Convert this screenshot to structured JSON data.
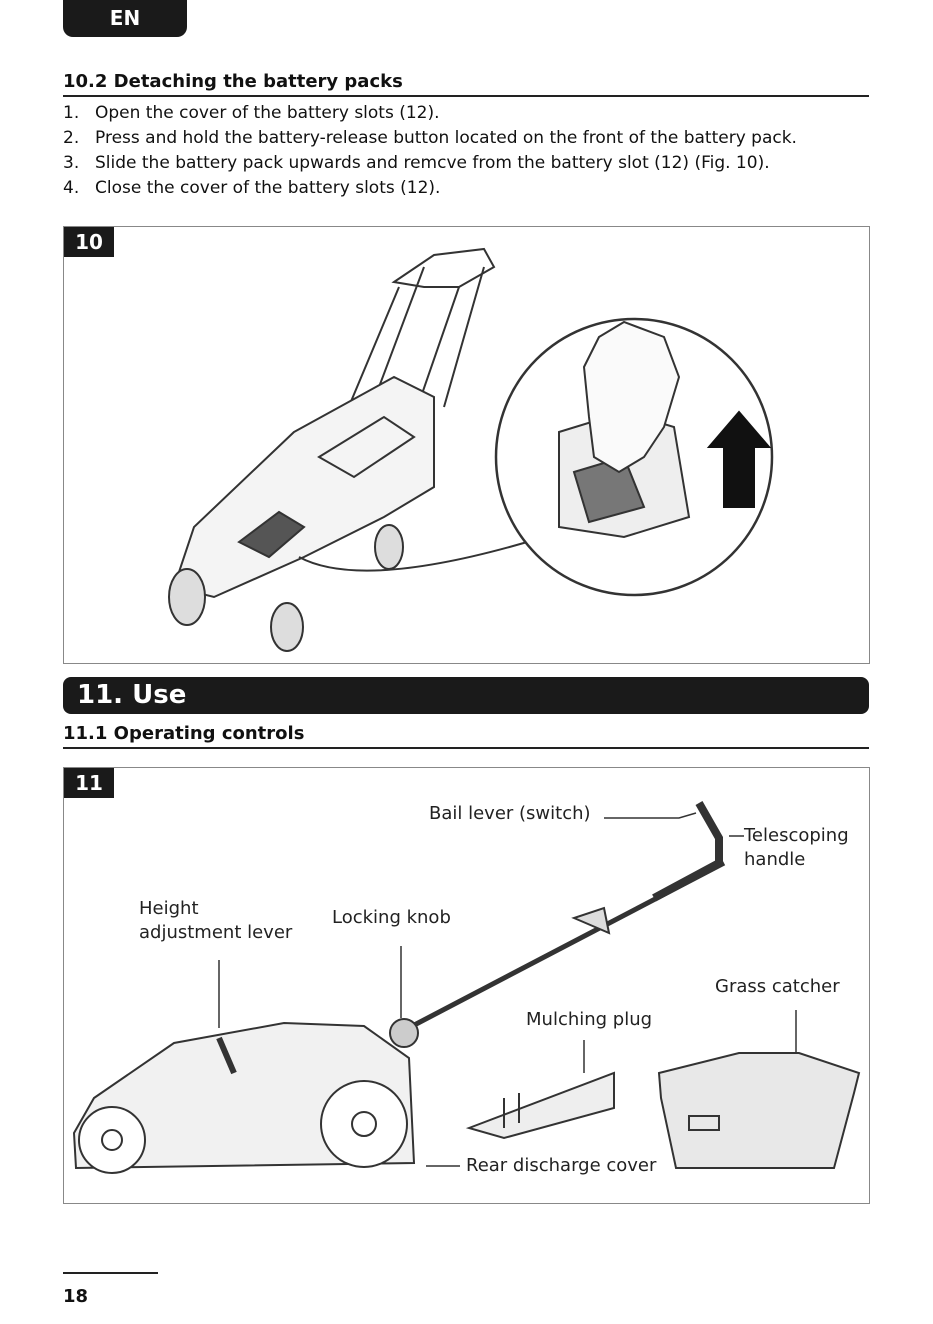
{
  "language_tab": "EN",
  "section_10_2": {
    "heading": "10.2 Detaching the battery packs",
    "steps": [
      {
        "num": "1.",
        "text": "Open the cover of the battery slots (12)."
      },
      {
        "num": "2.",
        "text": "Press and hold the battery-release button located on the front of the battery pack."
      },
      {
        "num": "3.",
        "text": "Slide the battery pack upwards and remcve from the battery slot (12) (Fig. 10)."
      },
      {
        "num": "4.",
        "text": "Close the cover of the battery slots (12)."
      }
    ]
  },
  "figure_10": {
    "number": "10"
  },
  "section_11": {
    "banner": "11. Use",
    "subheading": "11.1 Operating controls"
  },
  "figure_11": {
    "number": "11",
    "labels": {
      "bail_lever": "Bail lever (switch)",
      "telescoping_handle": "Telescoping\nhandle",
      "height_adjustment": "Height\nadjustment lever",
      "locking_knob": "Locking knob",
      "grass_catcher": "Grass catcher",
      "mulching_plug": "Mulching plug",
      "rear_discharge": "Rear discharge cover"
    }
  },
  "page_number": "18"
}
